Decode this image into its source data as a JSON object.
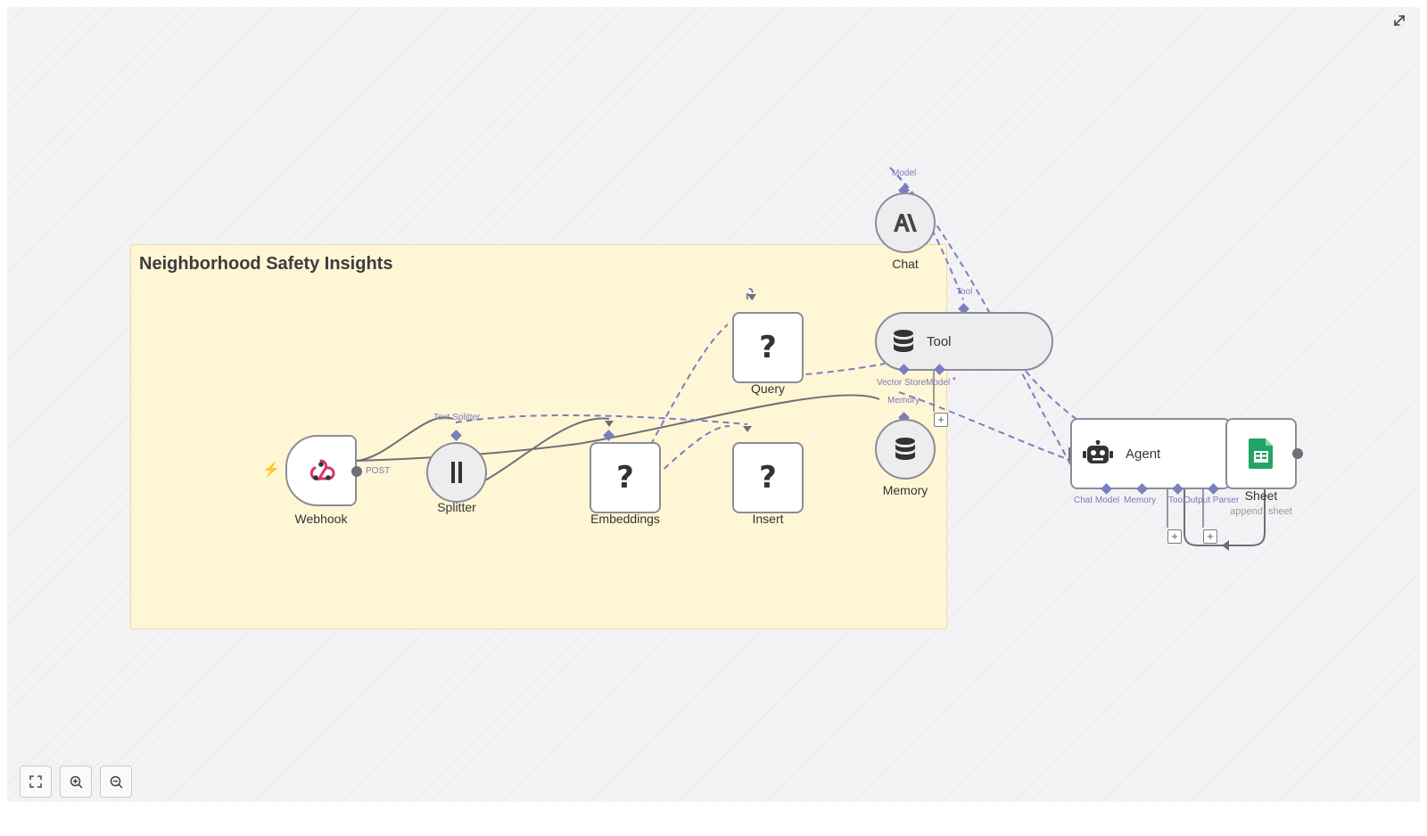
{
  "sticky": {
    "title": "Neighborhood Safety Insights",
    "color": "#fff6d6"
  },
  "nodes": {
    "webhook": {
      "label": "Webhook",
      "port_out": "POST"
    },
    "splitter": {
      "label": "Splitter",
      "port_in": "Text Splitter"
    },
    "embeddings": {
      "label": "Embeddings"
    },
    "query": {
      "label": "Query"
    },
    "insert": {
      "label": "Insert"
    },
    "chat": {
      "label": "Chat",
      "port": "Model"
    },
    "tool": {
      "label": "Tool",
      "port_top": "Tool",
      "port_vector": "Vector Store",
      "port_model": "Model",
      "required_mark": "*"
    },
    "memory": {
      "label": "Memory",
      "port": "Memory"
    },
    "agent": {
      "label": "Agent",
      "ports": [
        "Chat Model",
        "Memory",
        "Tool",
        "Output Parser"
      ]
    },
    "sheet": {
      "label": "Sheet",
      "subtitle": "append: sheet"
    }
  },
  "plus_glyph": "+",
  "colors": {
    "edge": "#6e6e78",
    "dashed": "#7b7ebf",
    "sheet_green": "#21a464",
    "webhook_pink": "#d9346a",
    "trigger": "#ff6d5a"
  },
  "icons": [
    "webhook-icon",
    "splitter-icon",
    "question-icon",
    "anthropic-icon",
    "database-icon",
    "robot-icon",
    "sheets-icon",
    "fit-view-icon",
    "zoom-in-icon",
    "zoom-out-icon",
    "expand-icon",
    "trigger-bolt-icon"
  ]
}
